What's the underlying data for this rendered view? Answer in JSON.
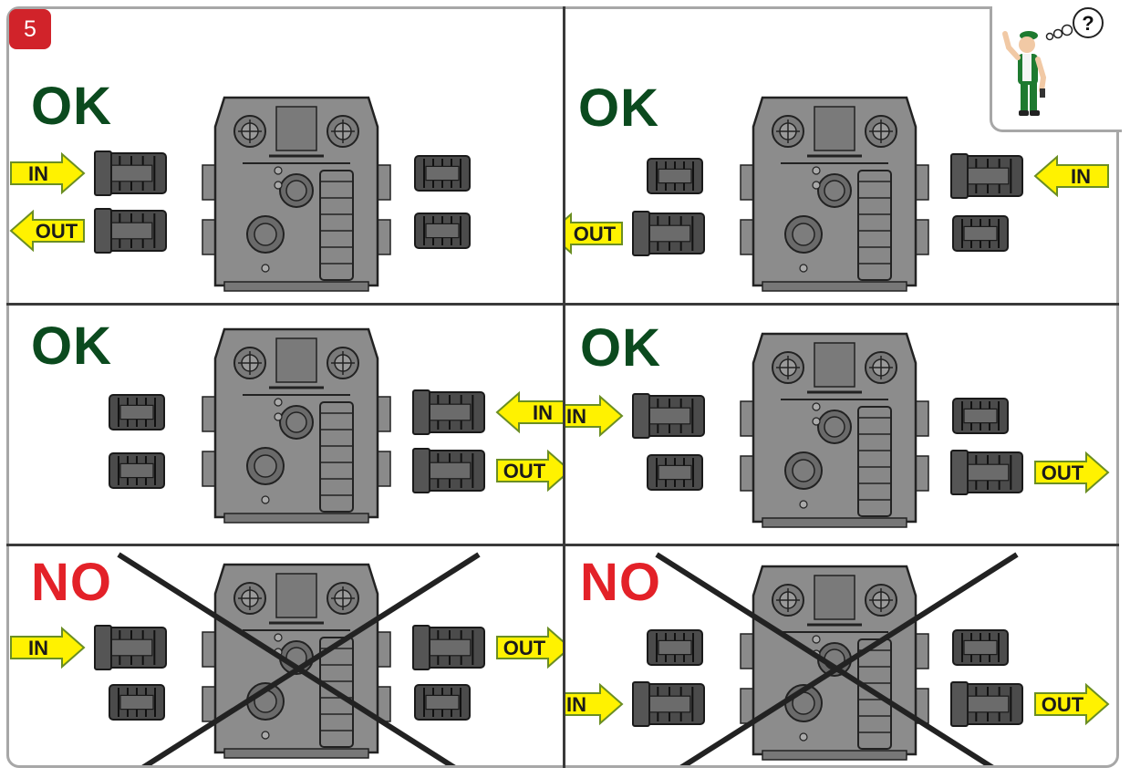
{
  "step_number": "5",
  "helper_icon": "thinking-worker-question-icon",
  "helper_symbol": "?",
  "labels": {
    "in": "IN",
    "out": "OUT"
  },
  "colors": {
    "ok": "#0b4a1e",
    "no": "#e32128",
    "arrow": "#fff200",
    "arrow_outline": "#6b8e23",
    "badge": "#d1232a"
  },
  "panels": [
    {
      "id": "p1",
      "verdict": "OK",
      "status": "ok",
      "in_side": "left",
      "in_row": "top",
      "out_side": "left",
      "out_row": "bottom",
      "in_dir": "right",
      "out_dir": "left",
      "crossed": false
    },
    {
      "id": "p2",
      "verdict": "OK",
      "status": "ok",
      "in_side": "right",
      "in_row": "top",
      "out_side": "left",
      "out_row": "bottom",
      "in_dir": "left",
      "out_dir": "left",
      "crossed": false
    },
    {
      "id": "p3",
      "verdict": "OK",
      "status": "ok",
      "in_side": "right",
      "in_row": "top",
      "out_side": "right",
      "out_row": "bottom",
      "in_dir": "left",
      "out_dir": "right",
      "crossed": false
    },
    {
      "id": "p4",
      "verdict": "OK",
      "status": "ok",
      "in_side": "left",
      "in_row": "top",
      "out_side": "right",
      "out_row": "bottom",
      "in_dir": "right",
      "out_dir": "right",
      "crossed": false
    },
    {
      "id": "p5",
      "verdict": "NO",
      "status": "no",
      "in_side": "left",
      "in_row": "top",
      "out_side": "right",
      "out_row": "top",
      "in_dir": "right",
      "out_dir": "right",
      "crossed": true
    },
    {
      "id": "p6",
      "verdict": "NO",
      "status": "no",
      "in_side": "left",
      "in_row": "bottom",
      "out_side": "right",
      "out_row": "bottom",
      "in_dir": "right",
      "out_dir": "right",
      "crossed": true
    }
  ]
}
